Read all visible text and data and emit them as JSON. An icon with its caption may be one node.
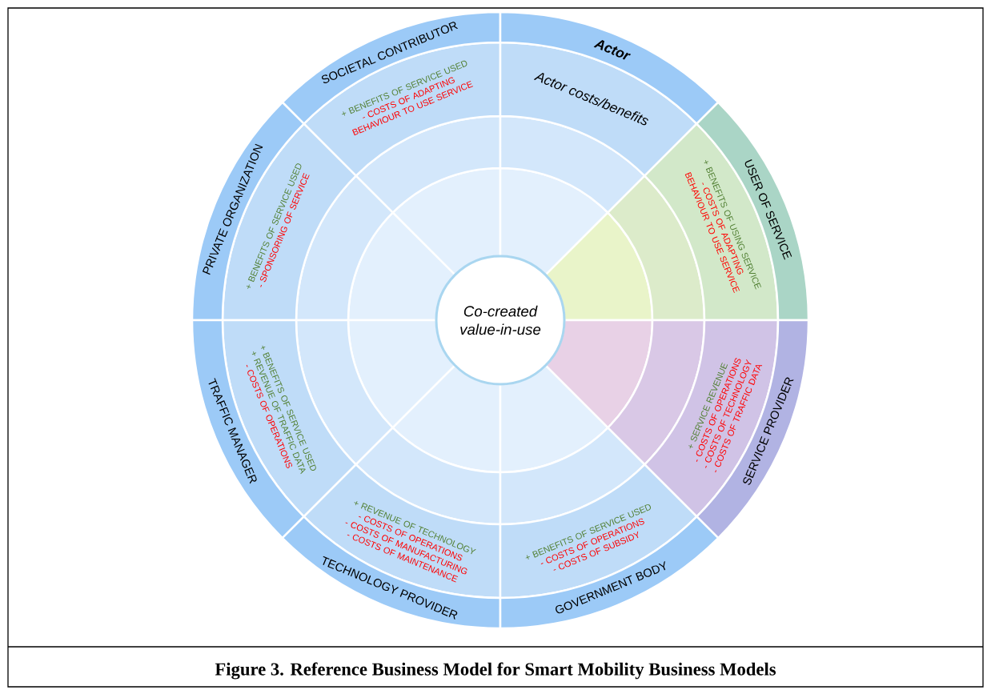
{
  "diagram": {
    "caption": "Figure 3. Reference Business Model for Smart Mobility Business Models",
    "nodes": [
      {
        "text": [
          "Co-created value-in-use"
        ]
      },
      {
        "text": [
          "SOCIETAL CONTRIBUTOR",
          "+ BENEFITS OF SERVICE USED",
          "- COSTS OF ADAPTING BEHAVIOUR TO USE SERVICE"
        ]
      },
      {
        "text": [
          "Actor",
          "Actor costs/benefits"
        ]
      },
      {
        "text": [
          "USER OF SERVICE",
          "+ BENEFITS OF USING SERVICE",
          "- COSTS OF ADAPTING BEHAVIOUR TO USE SERVICE"
        ]
      },
      {
        "text": [
          "PRIVATE ORGANIZATION",
          "+ BENEFITS OF SERVICE USED",
          "- SPONSORING OF SERVICE"
        ]
      },
      {
        "text": [
          "SERVICE PROVIDER",
          "+ SERVICE REVENUE",
          "- COSTS OF OPERATIONS",
          "- COSTS OF TECHNOLOGY",
          "- COSTS OF TRAFFIC DATA"
        ]
      },
      {
        "text": [
          "TRAFFIC MANAGER",
          "+ BENEFITS OF SERVICE USED",
          "+ REVENUE OF TRAFFIC DATA",
          "- COSTS OF OPERATIONS"
        ]
      },
      {
        "text": [
          "TECHNOLOGY PROVIDER",
          "+ REVENUE OF TECHNOLOGY",
          "- COSTS OF OPERATIONS",
          "- COSTS OF MANUFACTURING",
          "- COSTS OF MAINTENANCE"
        ]
      },
      {
        "text": [
          "GOVERNMENT BODY",
          "+ BENEFITS OF SERVICE USED",
          "- COSTS OF OPERATIONS",
          "- COSTS OF SUBSIDY"
        ]
      }
    ]
  }
}
